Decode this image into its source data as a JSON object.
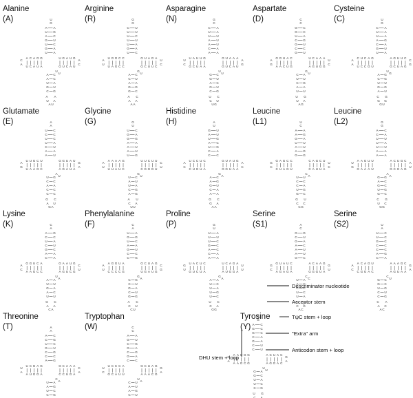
{
  "panels": [
    {
      "name": "Alanine",
      "code": "(A)"
    },
    {
      "name": "Arginine",
      "code": "(R)"
    },
    {
      "name": "Asparagine",
      "code": "(N)"
    },
    {
      "name": "Aspartate",
      "code": "(D)"
    },
    {
      "name": "Cysteine",
      "code": "(C)"
    },
    {
      "name": "Glutamate",
      "code": "(E)"
    },
    {
      "name": "Glycine",
      "code": "(G)"
    },
    {
      "name": "Histidine",
      "code": "(H)"
    },
    {
      "name": "Leucine",
      "code": "(L1)"
    },
    {
      "name": "Leucine",
      "code": "(L2)"
    },
    {
      "name": "Lysine",
      "code": "(K)"
    },
    {
      "name": "Phenylalanine",
      "code": "(F)"
    },
    {
      "name": "Proline",
      "code": "(P)"
    },
    {
      "name": "Serine",
      "code": "(S1)"
    },
    {
      "name": "Serine",
      "code": "(S2)"
    },
    {
      "name": "Threonine",
      "code": "(T)"
    },
    {
      "name": "Tryptophan",
      "code": "(W)"
    },
    {
      "name": "Tyrosine",
      "code": "(Y)"
    }
  ],
  "annotations": {
    "discriminator": "Descriminator nucleotide",
    "acceptor": "Acceptor stem",
    "tpsic": "TψC stem + loop",
    "extra": "\"Extra\" arm",
    "anticodon": "Anticodon stem + loop",
    "dhu": "DHU stem + loop"
  },
  "colors": {
    "text": "#111111",
    "nucleotide": "#333333",
    "line": "#111111"
  }
}
